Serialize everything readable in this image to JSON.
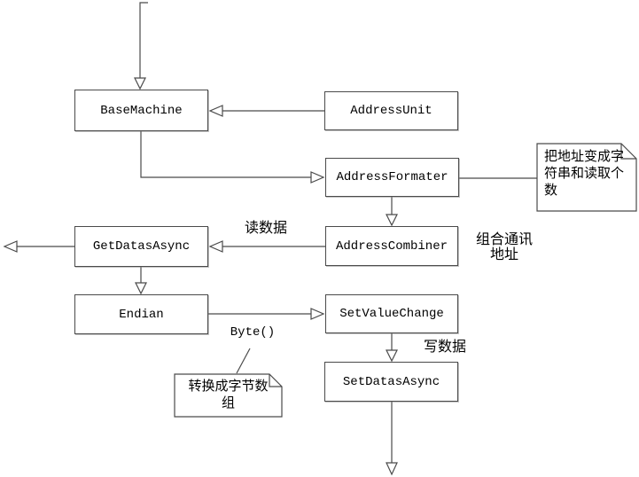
{
  "canvas": {
    "background": "#ffffff",
    "line_color": "#4a4a4a"
  },
  "nodes": {
    "base_machine": "BaseMachine",
    "address_unit": "AddressUnit",
    "address_formater": "AddressFormater",
    "get_datas_async": "GetDatasAsync",
    "address_combiner": "AddressCombiner",
    "endian": "Endian",
    "set_value_change": "SetValueChange",
    "set_datas_async": "SetDatasAsync"
  },
  "notes": {
    "formatter_note": "把地址变成字符串和读取个数",
    "byte_note": "转换成字节数组"
  },
  "edge_labels": {
    "read_data": "读数据",
    "combine_address": "组合通讯地址",
    "byte_call": "Byte()",
    "write_data": "写数据"
  }
}
